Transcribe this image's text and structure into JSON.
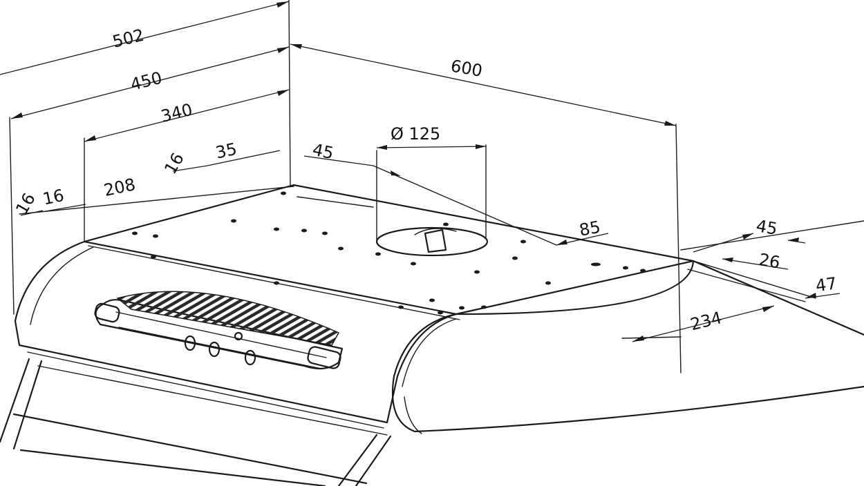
{
  "dimensions": {
    "depth_502": "502",
    "depth_450": "450",
    "depth_340": "340",
    "width_600": "600",
    "spacing_208": "208",
    "spacing_35": "35",
    "spacing_16_a": "16",
    "spacing_16_b": "16",
    "spacing_16_c": "16",
    "spacing_45_top": "45",
    "outlet_diameter": "Ø 125",
    "spacing_85": "85",
    "spacing_45_right": "45",
    "spacing_26": "26",
    "spacing_47": "47",
    "spacing_234": "234"
  },
  "colors": {
    "line": "#1a1a1a",
    "background": "#ffffff"
  }
}
